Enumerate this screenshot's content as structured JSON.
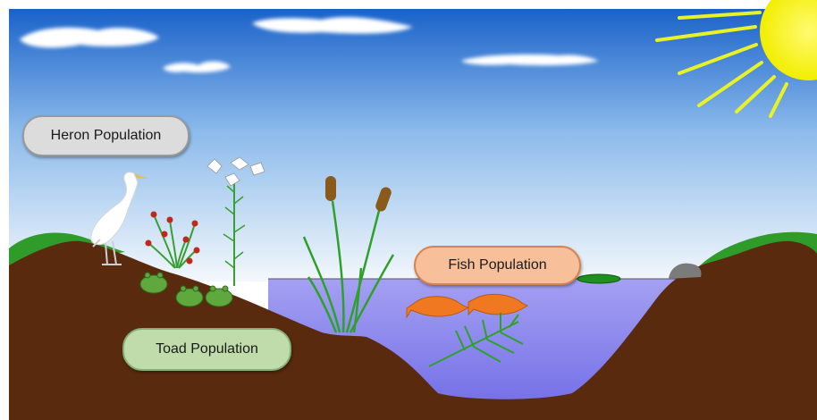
{
  "labels": {
    "heron": "Heron Population",
    "fish": "Fish Population",
    "toad": "Toad Population"
  },
  "colors": {
    "sky_top": "#1a62c9",
    "sky_bottom": "#f2f6fb",
    "water": "#8a86ee",
    "soil": "#5a2a0e",
    "grass": "#2f9b2a",
    "sun": "#f5f000",
    "fish": "#f07820",
    "heron_label_bg": "#dcdcdc",
    "fish_label_bg": "#f7c09a",
    "toad_label_bg": "#bfdcaa"
  },
  "icons": [
    "sun-icon",
    "cloud-icon",
    "heron-icon",
    "toad-icon",
    "fish-icon",
    "cattail-icon",
    "lily-pad-icon",
    "rock-icon",
    "flower-icon"
  ]
}
